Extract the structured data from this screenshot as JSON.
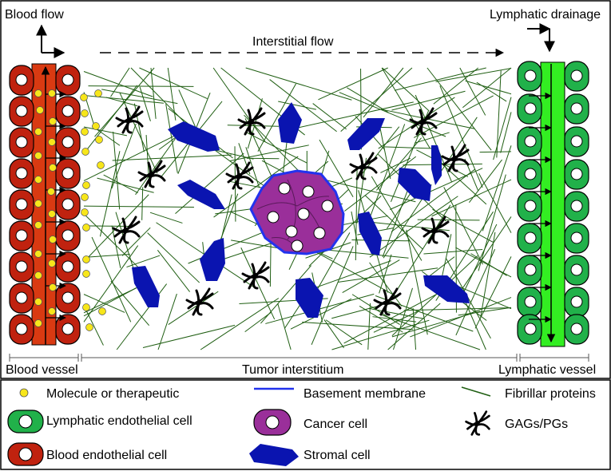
{
  "diagram": {
    "flow_labels": {
      "blood_flow": "Blood flow",
      "interstitial_flow": "Interstitial flow",
      "lymphatic_drainage": "Lymphatic drainage"
    },
    "region_labels": {
      "blood_vessel": "Blood vessel",
      "tumor_interstitium": "Tumor interstitium",
      "lymphatic_vessel": "Lymphatic vessel"
    }
  },
  "legend": {
    "molecule": "Molecule or therapeutic",
    "basement_membrane": "Basement membrane",
    "fibrillar_proteins": "Fibrillar proteins",
    "lymphatic_cell": "Lymphatic endothelial cell",
    "cancer_cell": "Cancer cell",
    "gags": "GAGs/PGs",
    "blood_cell": "Blood endothelial cell",
    "stromal_cell": "Stromal cell"
  },
  "colors": {
    "blood_cell": "#c0220f",
    "blood_vessel_lumen": "#d93a12",
    "lymphatic_cell": "#21b14a",
    "lymphatic_lumen": "#33ee22",
    "molecule": "#f7e61a",
    "stromal_cell": "#0a14b0",
    "cancer_cell": "#9a2f9a",
    "basement_membrane": "#2233ee",
    "fibril": "#1f5e12",
    "gag": "#000000"
  }
}
